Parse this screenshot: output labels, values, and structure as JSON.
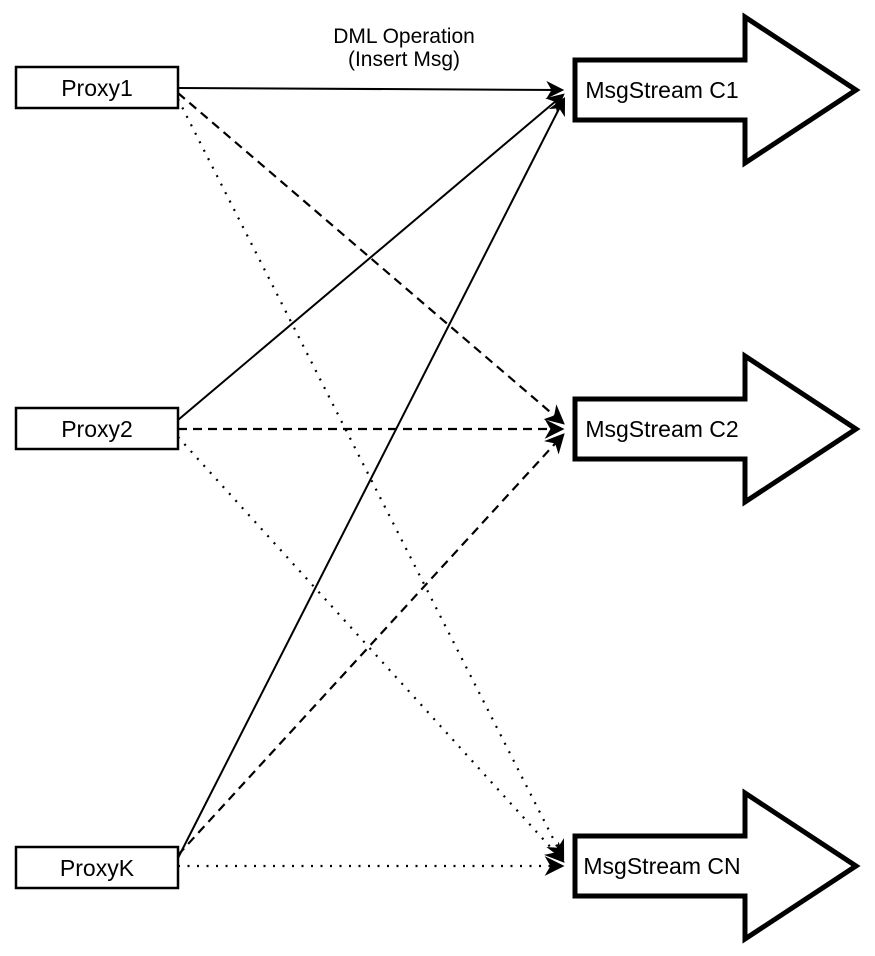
{
  "diagram": {
    "title": {
      "line1": "DML Operation",
      "line2": "(Insert Msg)"
    },
    "proxies": [
      {
        "label": "Proxy1"
      },
      {
        "label": "Proxy2"
      },
      {
        "label": "ProxyK"
      }
    ],
    "streams": [
      {
        "label": "MsgStream C1"
      },
      {
        "label": "MsgStream C2"
      },
      {
        "label": "MsgStream CN"
      }
    ],
    "edges": [
      {
        "from": "Proxy1",
        "to": "MsgStream C1",
        "style": "solid"
      },
      {
        "from": "Proxy2",
        "to": "MsgStream C1",
        "style": "solid"
      },
      {
        "from": "ProxyK",
        "to": "MsgStream C1",
        "style": "solid"
      },
      {
        "from": "Proxy1",
        "to": "MsgStream C2",
        "style": "dashed"
      },
      {
        "from": "Proxy2",
        "to": "MsgStream C2",
        "style": "dashed"
      },
      {
        "from": "ProxyK",
        "to": "MsgStream C2",
        "style": "dashed"
      },
      {
        "from": "Proxy1",
        "to": "MsgStream CN",
        "style": "dotted"
      },
      {
        "from": "Proxy2",
        "to": "MsgStream CN",
        "style": "dotted"
      },
      {
        "from": "ProxyK",
        "to": "MsgStream CN",
        "style": "dotted"
      }
    ],
    "colors": {
      "background": "#ffffff",
      "stroke": "#000000",
      "shape_fill": "#ffffff"
    }
  }
}
